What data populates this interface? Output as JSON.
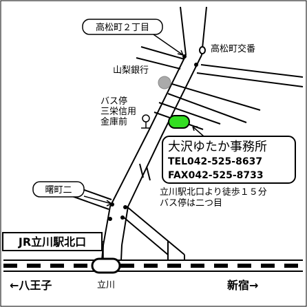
{
  "map": {
    "labels": {
      "takamatsu_2chome": "高松町２丁目",
      "takamatsu_koban": "高松町交番",
      "yamanashi_bank": "山梨銀行",
      "bus_stop_1": "バス停",
      "bus_stop_2": "三栄信用",
      "bus_stop_3": "金庫前",
      "akebono_2": "曙町二",
      "jr_exit": "JR立川駅北口",
      "tachikawa": "立川",
      "hachioji": "←八王子",
      "shinjuku": "新宿→"
    },
    "office": {
      "name": "大沢ゆたか事務所",
      "tel": "TEL042-525-8637",
      "fax": "FAX042-525-8733"
    },
    "directions": {
      "walk": "立川駅北口より徒歩１５分",
      "bus": "バス停は二つ目"
    },
    "colors": {
      "office_marker": "#33dd22",
      "bank_marker": "#aaaaaa",
      "line": "#000000"
    }
  }
}
